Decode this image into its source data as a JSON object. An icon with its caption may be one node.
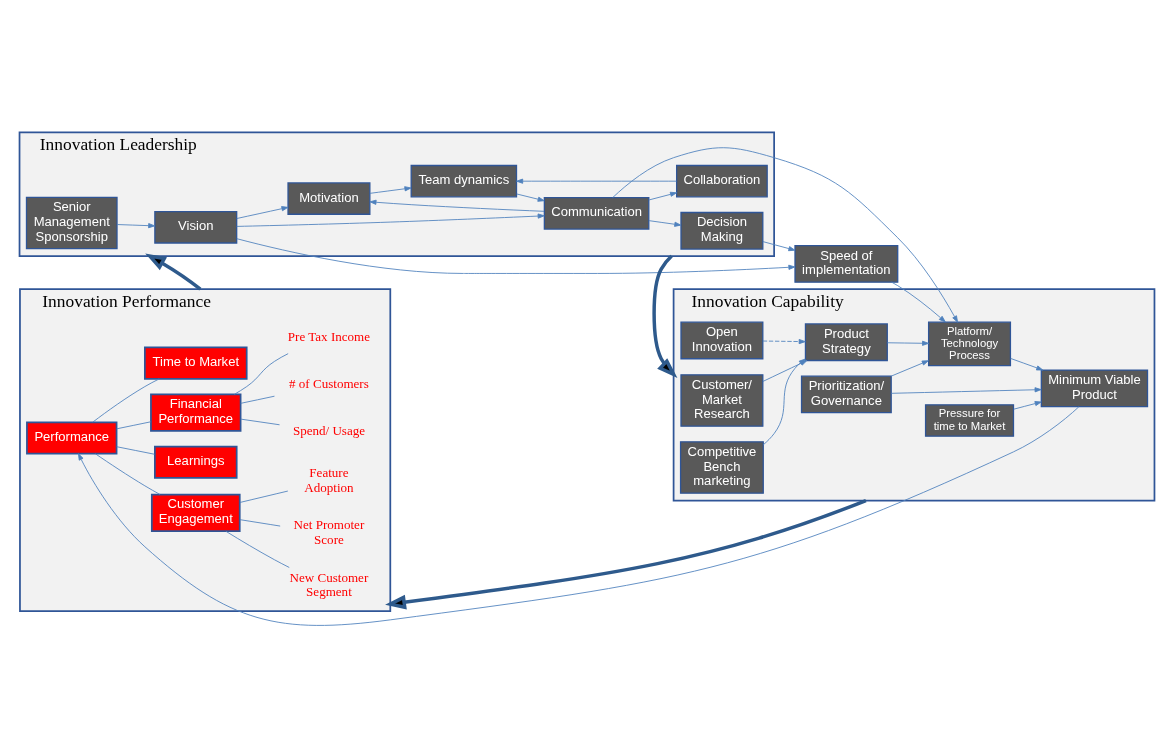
{
  "diagram": {
    "nodes": [
      {
        "text": [
          "Innovation Leadership"
        ]
      },
      {
        "text": [
          "Senior Management Sponsorship"
        ],
        "in": 0
      },
      {
        "text": [
          "Vision"
        ],
        "in": 0
      },
      {
        "text": [
          "Motivation"
        ],
        "in": 0
      },
      {
        "text": [
          "Communication"
        ],
        "in": 0
      },
      {
        "text": [
          "Team dynamics"
        ],
        "in": 0
      },
      {
        "text": [
          "Collaboration"
        ],
        "in": 0
      },
      {
        "text": [
          "Decision Making"
        ],
        "in": 0
      },
      {
        "text": [
          "Speed of implementation"
        ]
      },
      {
        "text": [
          "Innovation Capability"
        ]
      },
      {
        "text": [
          "Customer/ Market Research"
        ],
        "in": 9
      },
      {
        "text": [
          "Competitive Bench marketing"
        ],
        "in": 9
      },
      {
        "text": [
          "Open Innovation"
        ],
        "in": 9
      },
      {
        "text": [
          "Product Strategy"
        ],
        "in": 9
      },
      {
        "text": [
          "Pressure for time to Market"
        ],
        "in": 9
      },
      {
        "text": [
          "Platform/ Technology Process"
        ],
        "in": 9
      },
      {
        "text": [
          "Prioritization/ Governance"
        ],
        "in": 9
      },
      {
        "text": [
          "Minimum Viable Product"
        ],
        "in": 9
      },
      {
        "text": [
          "Innovation Performance"
        ]
      },
      {
        "text": [
          "Performance"
        ],
        "in": 18
      },
      {
        "text": [
          "Financial Performance"
        ],
        "in": 18
      },
      {
        "text": [
          "Time to Market"
        ],
        "in": 18
      },
      {
        "text": [
          "Customer Engagement"
        ],
        "in": 18
      },
      {
        "text": [
          "Learnings"
        ],
        "in": 18
      },
      {
        "text": [
          "# of Customers"
        ],
        "in": 18
      },
      {
        "text": [
          "Pre Tax Income"
        ],
        "in": 18
      },
      {
        "text": [
          "Spend/ Usage"
        ],
        "in": 18
      },
      {
        "text": [
          "Net Promoter Score"
        ],
        "in": 18
      },
      {
        "text": [
          "Feature Adoption"
        ],
        "in": 18
      },
      {
        "text": [
          "New Customer Segment"
        ],
        "in": 18
      }
    ],
    "edges": [
      {
        "from": 1,
        "to": 2,
        "arrow": "to"
      },
      {
        "from": 2,
        "to": 3,
        "arrow": "to"
      },
      {
        "from": 2,
        "to": 4,
        "arrow": "to"
      },
      {
        "from": 2,
        "to": 8,
        "arrow": "to"
      },
      {
        "from": 3,
        "to": 5,
        "arrow": "to"
      },
      {
        "from": 4,
        "to": 3,
        "arrow": "to"
      },
      {
        "from": 5,
        "to": 4,
        "arrow": "to"
      },
      {
        "from": 6,
        "to": 5,
        "arrow": "to"
      },
      {
        "from": 4,
        "to": 6,
        "arrow": "to"
      },
      {
        "from": 4,
        "to": 7,
        "arrow": "to"
      },
      {
        "from": 7,
        "to": 8,
        "arrow": "to"
      },
      {
        "from": 4,
        "to": 15,
        "arrow": "to"
      },
      {
        "from": 8,
        "to": 15,
        "arrow": "to"
      },
      {
        "from": 10,
        "to": 13,
        "arrow": "to"
      },
      {
        "from": 11,
        "to": 13,
        "arrow": "to"
      },
      {
        "from": 12,
        "to": 13,
        "arrow": "to",
        "style": "dashed"
      },
      {
        "from": 13,
        "to": 15,
        "arrow": "to"
      },
      {
        "from": 14,
        "to": 17,
        "arrow": "to"
      },
      {
        "from": 15,
        "to": 17,
        "arrow": "to"
      },
      {
        "from": 16,
        "to": 17,
        "arrow": "to"
      },
      {
        "from": 16,
        "to": 15,
        "arrow": "to"
      },
      {
        "from": 17,
        "to": 19,
        "arrow": "to"
      },
      {
        "from": 19,
        "to": 20,
        "arrow": "none"
      },
      {
        "from": 19,
        "to": 21,
        "arrow": "none"
      },
      {
        "from": 19,
        "to": 22,
        "arrow": "none"
      },
      {
        "from": 19,
        "to": 23,
        "arrow": "none"
      },
      {
        "from": 20,
        "to": 24,
        "arrow": "none"
      },
      {
        "from": 20,
        "to": 25,
        "arrow": "none"
      },
      {
        "from": 20,
        "to": 26,
        "arrow": "none"
      },
      {
        "from": 22,
        "to": 27,
        "arrow": "none"
      },
      {
        "from": 22,
        "to": 28,
        "arrow": "none"
      },
      {
        "from": 22,
        "to": 29,
        "arrow": "none"
      },
      {
        "from": 0,
        "to": 9,
        "arrow": "to",
        "style": "thick",
        "color": "#2e5a8c"
      },
      {
        "from": 9,
        "to": 18,
        "arrow": "to",
        "style": "thick",
        "color": "#2e5a8c"
      },
      {
        "from": 18,
        "to": 0,
        "arrow": "to",
        "style": "thick",
        "color": "#2e5a8c"
      }
    ]
  }
}
